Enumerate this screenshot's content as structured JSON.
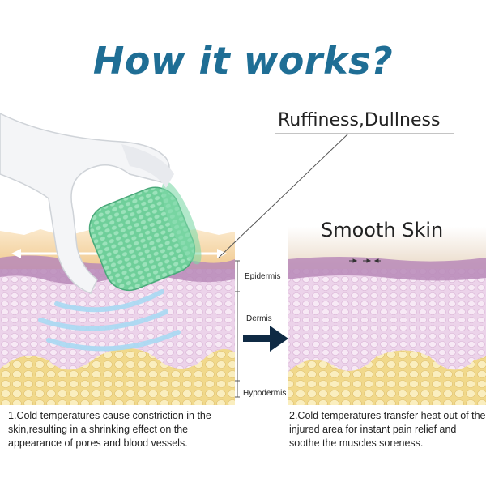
{
  "title": "How it works?",
  "labels": {
    "before": "Ruffiness,Dullness",
    "after": "Smooth Skin"
  },
  "layers": {
    "epidermis": "Epidermis",
    "dermis": "Dermis",
    "hypodermis": "Hypodermis"
  },
  "captions": {
    "left": "1.Cold temperatures cause constriction in the skin,resulting in a shrinking effect on the appearance of pores and blood vessels.",
    "right": "2.Cold temperatures transfer heat out of the injured area for instant pain relief and soothe the muscles soreness."
  },
  "colors": {
    "title": "#1f6e95",
    "roller_green": "#5bbf8a",
    "epidermis_tan": "#f3cf9c",
    "dermis_pink": "#e9c9e6",
    "hypodermis_yellow": "#f4df96",
    "arrow": "#0f2a44",
    "wave_blue": "#9fd3ef"
  },
  "icons": [
    "ice-roller-icon",
    "right-arrow-icon",
    "cold-wave-icon",
    "compress-arrows-icon"
  ]
}
